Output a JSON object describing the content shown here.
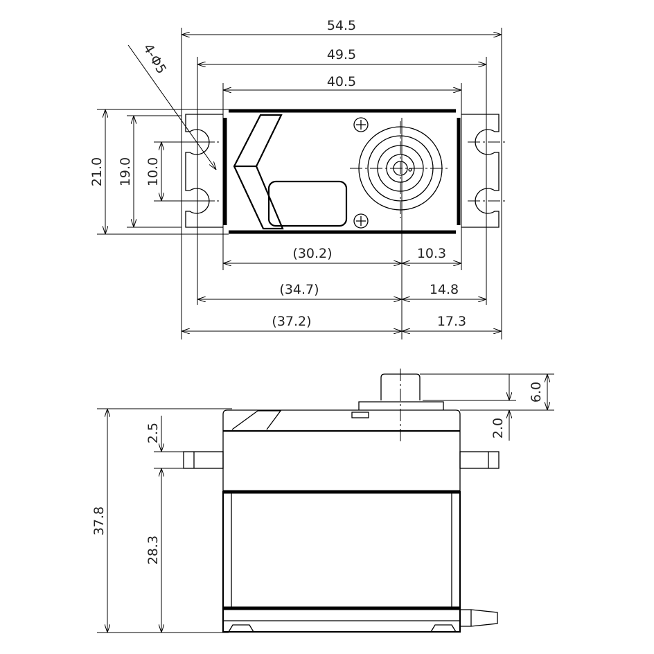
{
  "top_view": {
    "hole_label": "4-Φ5",
    "width_overall": "54.5",
    "width_holes": "49.5",
    "width_body": "40.5",
    "height_overall": "21.0",
    "height_flange": "19.0",
    "height_holes": "10.0",
    "body_to_shaft": "(30.2)",
    "shaft_to_body": "10.3",
    "hole_to_shaft": "(34.7)",
    "shaft_to_hole": "14.8",
    "edge_to_shaft": "(37.2)",
    "shaft_to_edge": "17.3"
  },
  "side_view": {
    "height_overall": "37.8",
    "tab_thickness": "2.5",
    "tab_to_bottom": "28.3",
    "spline_height": "6.0",
    "boss_height": "2.0"
  }
}
